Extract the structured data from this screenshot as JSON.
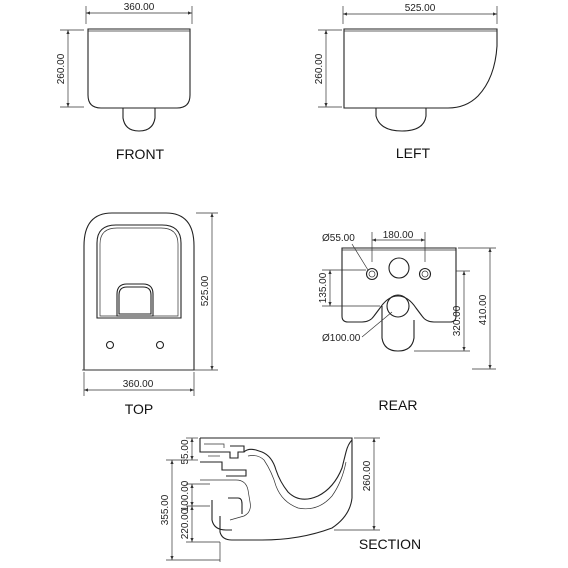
{
  "views": {
    "front": {
      "label": "FRONT",
      "width": "360.00",
      "height": "260.00"
    },
    "left": {
      "label": "LEFT",
      "width": "525.00",
      "height": "260.00"
    },
    "top": {
      "label": "TOP",
      "width": "360.00",
      "length": "525.00"
    },
    "rear": {
      "label": "REAR",
      "hole_small": "Ø55.00",
      "hole_spacing": "180.00",
      "hole_height": "135.00",
      "outlet": "Ø100.00",
      "outlet_height": "320.00",
      "total_height": "410.00"
    },
    "section": {
      "label": "SECTION",
      "dim_55": "55.00",
      "dim_100": "100.00",
      "dim_355": "355.00",
      "dim_220": "220.00",
      "height": "260.00"
    }
  }
}
